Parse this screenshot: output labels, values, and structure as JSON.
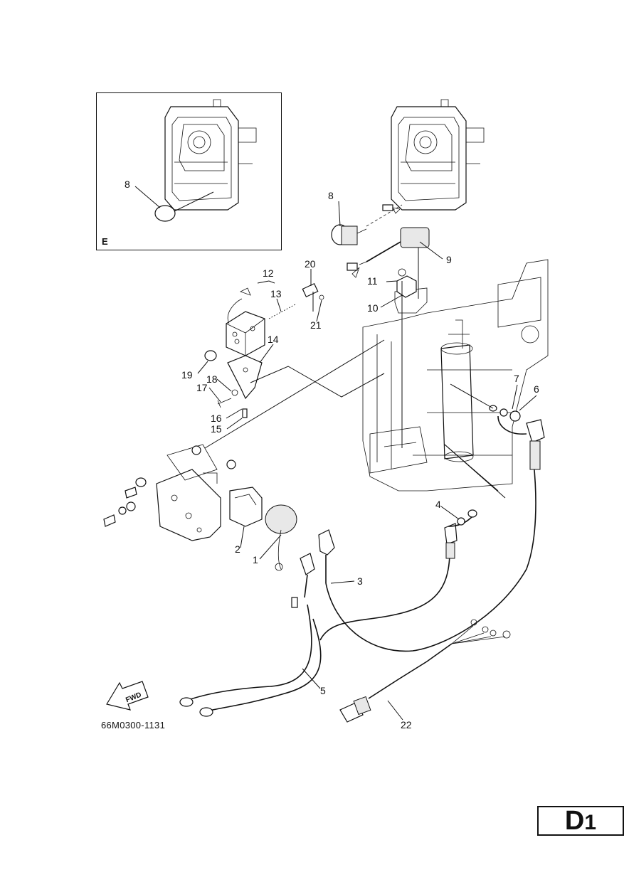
{
  "inset": {
    "letter": "E",
    "callout": "8"
  },
  "callouts": [
    "8",
    "9",
    "11",
    "10",
    "12",
    "20",
    "13",
    "21",
    "14",
    "19",
    "18",
    "17",
    "16",
    "15",
    "7",
    "6",
    "4",
    "2",
    "1",
    "3",
    "5",
    "22"
  ],
  "fwd_label": "FWD",
  "part_code": "66M0300-1131",
  "page_tag": {
    "letter": "D",
    "number": "1"
  }
}
